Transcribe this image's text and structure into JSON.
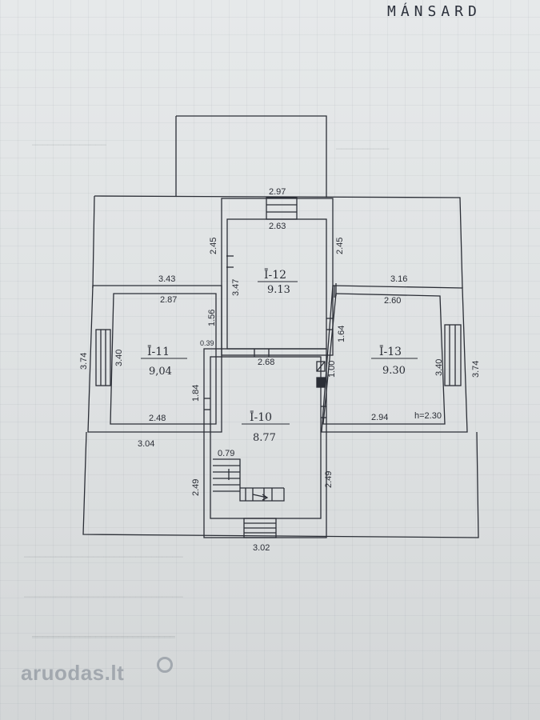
{
  "header": {
    "title": "MÁNSARD"
  },
  "watermark": {
    "brand": "aruodas.lt"
  },
  "rooms": [
    {
      "id": "Ī-12",
      "area": "9.13"
    },
    {
      "id": "Ī-11",
      "area": "9,04"
    },
    {
      "id": "Ī-13",
      "area": "9.30"
    },
    {
      "id": "Ī-10",
      "area": "8.77"
    }
  ],
  "dims": {
    "top_outer": "2.97",
    "top_inner": "2.63",
    "r12_left": "2.45",
    "r12_right": "2.45",
    "r12_inner_left": "3.47",
    "r12_lower_left": "1.56",
    "r12_lower_right": "1.64",
    "r11_top_outer": "3.43",
    "r11_top_inner": "2.87",
    "r11_left_outer": "3.74",
    "r11_left_inner": "3.40",
    "r11_right": "1.84",
    "r11_bottom_inner": "2.48",
    "r11_bottom_outer": "3.04",
    "small_039": "0.39",
    "r10_top": "2.68",
    "r10_small_right": "1.00",
    "r10_left": "2.49",
    "r10_right": "2.49",
    "stair_079": "0.79",
    "bottom_outer": "3.02",
    "r13_top_outer": "3.16",
    "r13_top_inner": "2.60",
    "r13_right_inner": "3.40",
    "r13_right_outer": "3.74",
    "r13_bottom": "2.94",
    "r13_height": "h=2.30"
  }
}
